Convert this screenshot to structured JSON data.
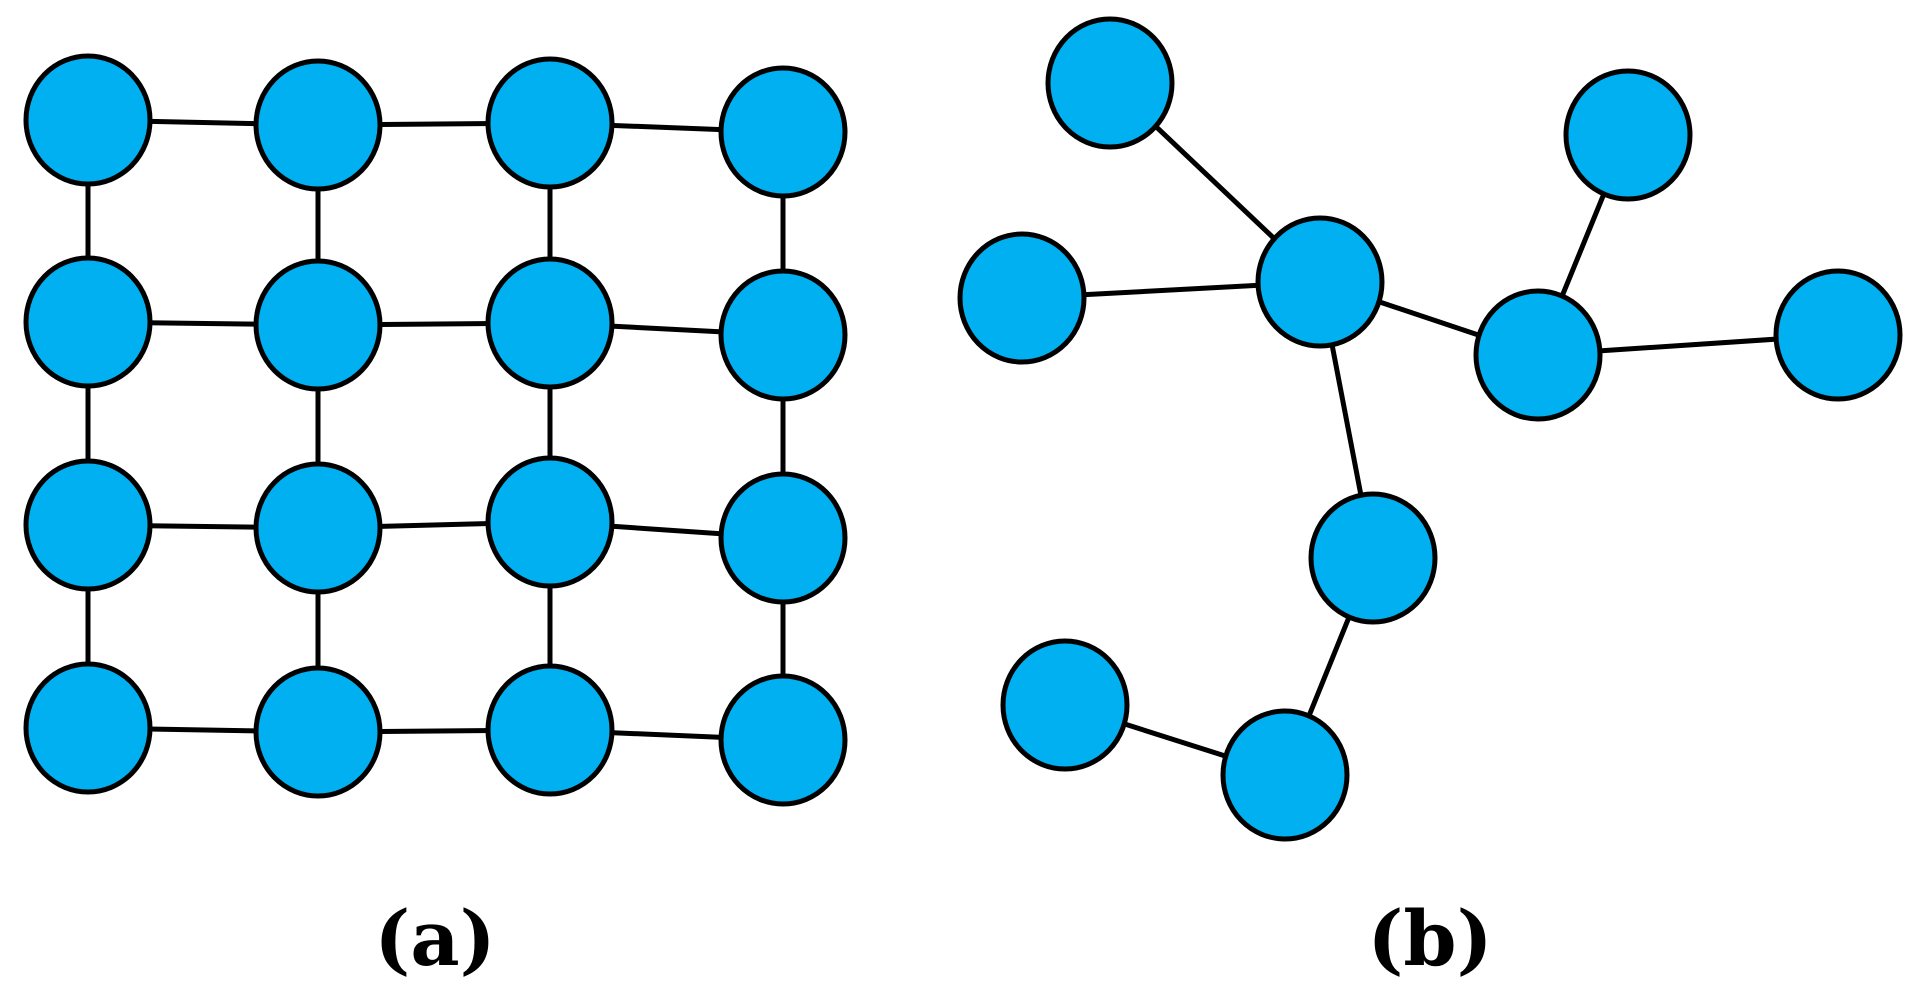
{
  "colors": {
    "node_fill": "#00B0F0",
    "stroke": "#000000",
    "background": "#FFFFFF"
  },
  "panels": [
    {
      "id": "panel-a",
      "caption": "(a)",
      "structure": "grid",
      "rows": 4,
      "cols": 4
    },
    {
      "id": "panel-b",
      "caption": "(b)",
      "structure": "tree"
    }
  ]
}
